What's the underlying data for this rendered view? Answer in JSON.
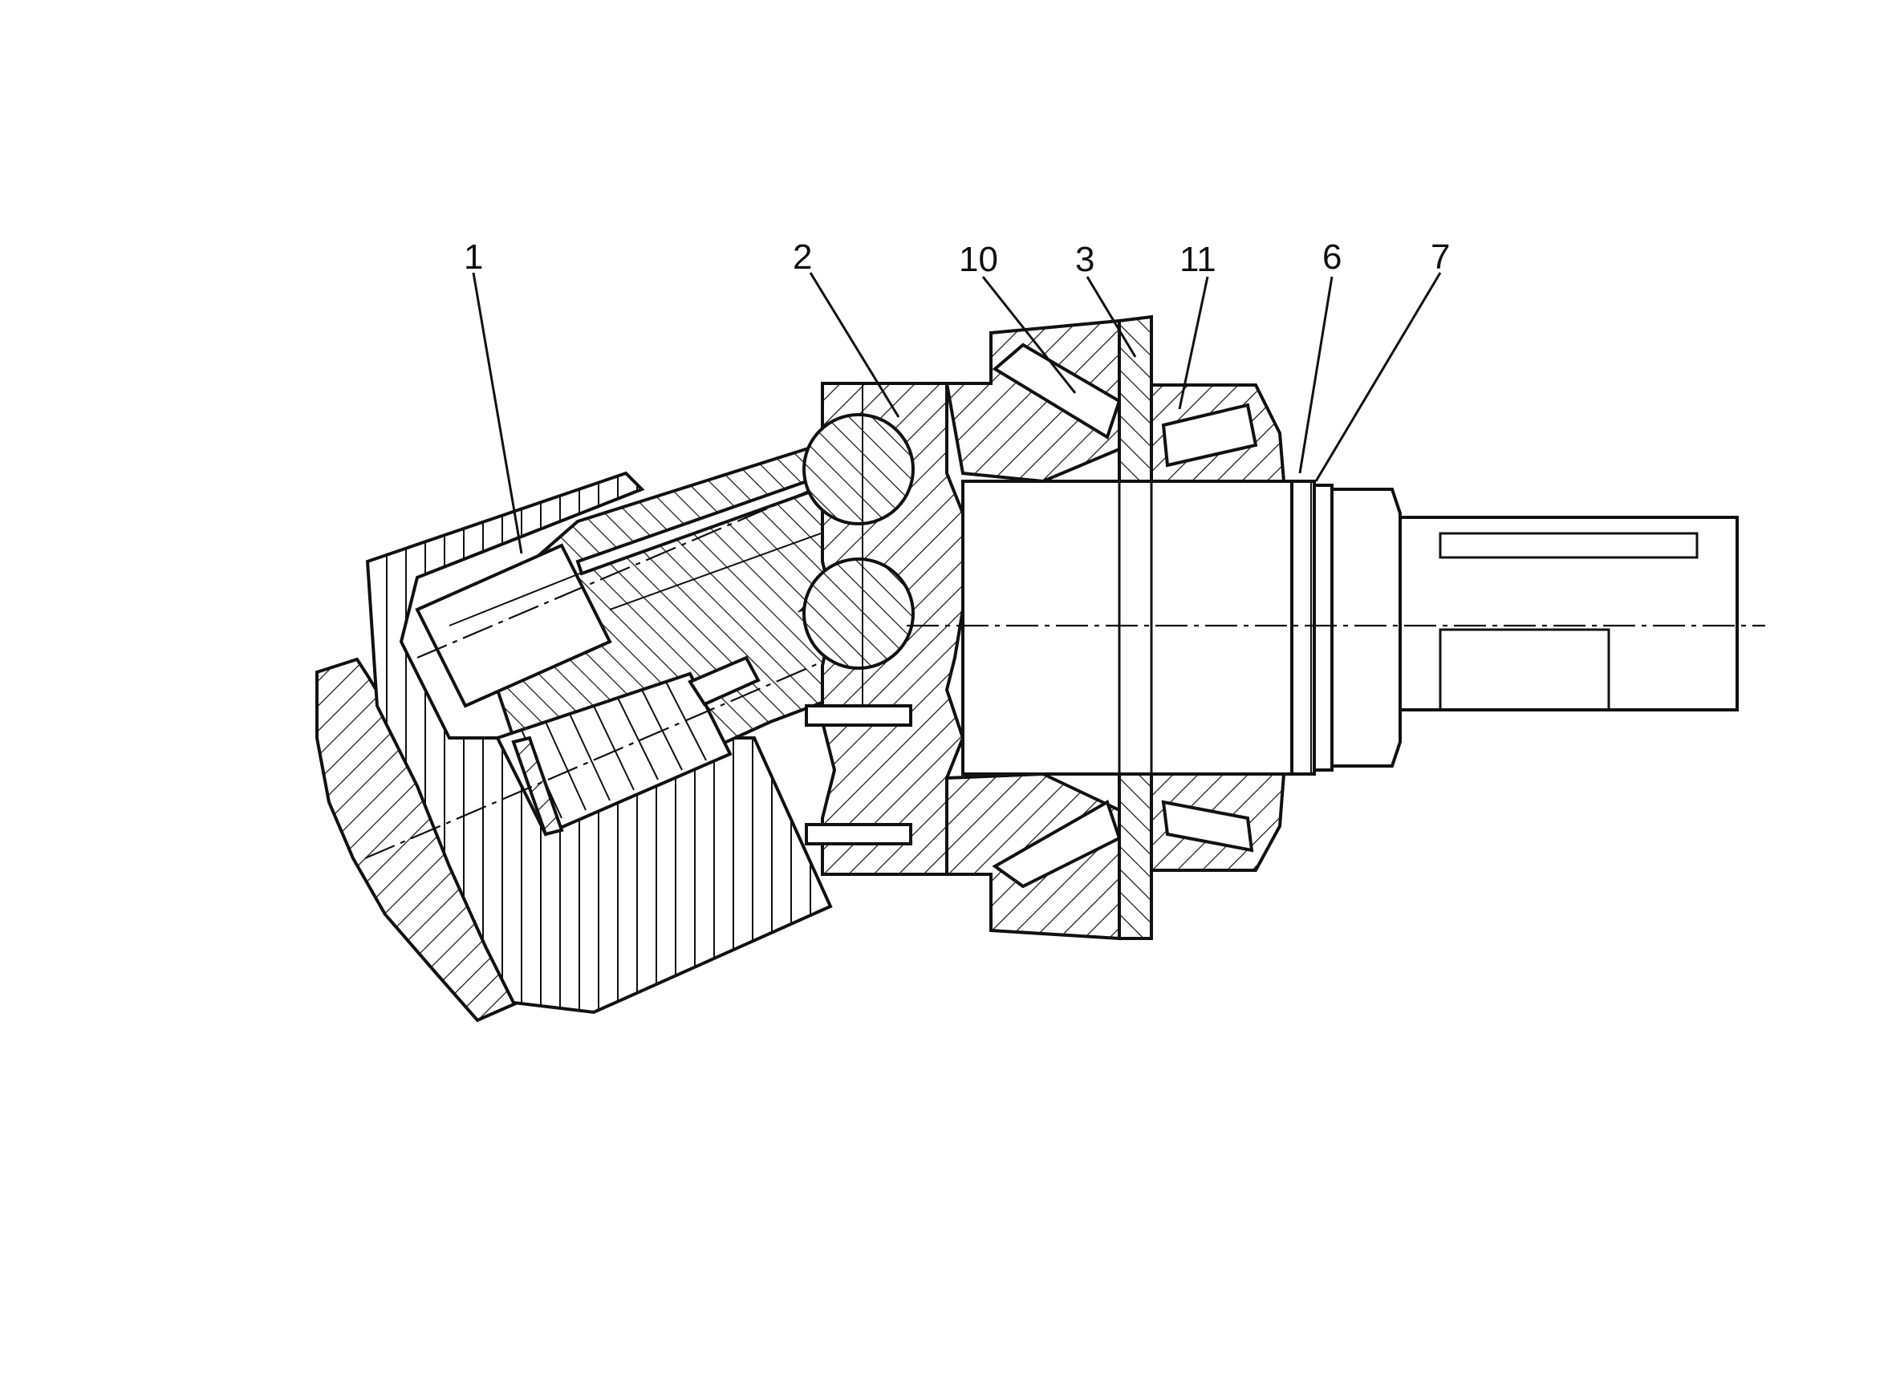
{
  "callouts": [
    {
      "id": "1",
      "label": "1"
    },
    {
      "id": "2",
      "label": "2"
    },
    {
      "id": "10",
      "label": "10"
    },
    {
      "id": "3",
      "label": "3"
    },
    {
      "id": "11",
      "label": "11"
    },
    {
      "id": "6",
      "label": "6"
    },
    {
      "id": "7",
      "label": "7"
    }
  ],
  "colors": {
    "ink": "#111111",
    "paper": "#ffffff"
  }
}
